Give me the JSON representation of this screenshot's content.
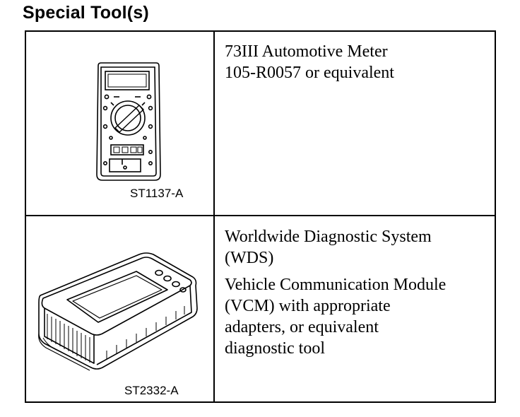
{
  "heading": "Special Tool(s)",
  "tools": [
    {
      "figure_id": "ST1137-A",
      "illustration": "multimeter-icon",
      "lines": [
        "73III Automotive Meter",
        "105-R0057 or equivalent"
      ]
    },
    {
      "figure_id": "ST2332-A",
      "illustration": "diagnostic-tablet-icon",
      "paragraphs": [
        [
          "Worldwide Diagnostic System",
          "(WDS)"
        ],
        [
          "Vehicle Communication Module",
          "(VCM) with appropriate",
          "adapters, or equivalent",
          "diagnostic tool"
        ]
      ]
    }
  ]
}
